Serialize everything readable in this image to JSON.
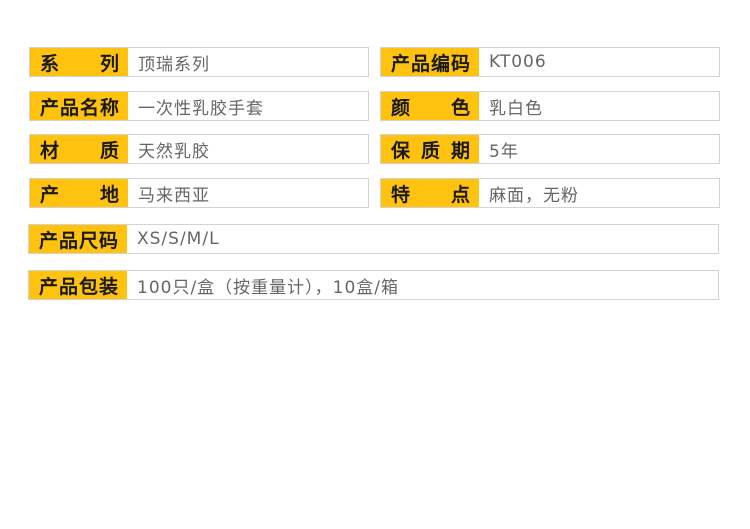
{
  "specs": {
    "series": {
      "label_chars": [
        "系",
        "列"
      ],
      "value": "顶瑞系列"
    },
    "product_code": {
      "label_chars": [
        "产",
        "品",
        "编",
        "码"
      ],
      "value": "KT006"
    },
    "product_name": {
      "label_chars": [
        "产",
        "品",
        "名",
        "称"
      ],
      "value": "一次性乳胶手套"
    },
    "color": {
      "label_chars": [
        "颜",
        "色"
      ],
      "value": "乳白色"
    },
    "material": {
      "label_chars": [
        "材",
        "质"
      ],
      "value": "天然乳胶"
    },
    "shelf_life": {
      "label_chars": [
        "保",
        "质",
        "期"
      ],
      "value": "5年"
    },
    "origin": {
      "label_chars": [
        "产",
        "地"
      ],
      "value": "马来西亚"
    },
    "features": {
      "label_chars": [
        "特",
        "点"
      ],
      "value": "麻面，无粉"
    },
    "sizes": {
      "label_chars": [
        "产",
        "品",
        "尺",
        "码"
      ],
      "value": "XS/S/M/L"
    },
    "packaging": {
      "label_chars": [
        "产",
        "品",
        "包",
        "装"
      ],
      "value": "100只/盒（按重量计），10盒/箱"
    }
  },
  "colors": {
    "label_background": "#ffc20e",
    "border": "#d3d3d3",
    "value_text": "#666666"
  }
}
